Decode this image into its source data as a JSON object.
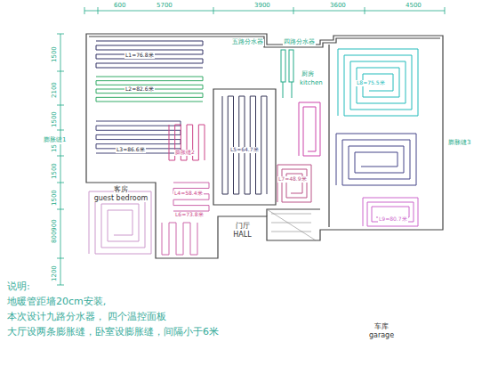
{
  "diagram": {
    "nodes": [
      {
        "text": [
          "客房",
          "guest bedroom"
        ]
      },
      {
        "text": [
          "门厅",
          "HALL"
        ]
      },
      {
        "text": [
          "车库",
          "garage"
        ]
      }
    ],
    "labels": [
      "600",
      "5700",
      "3900",
      "3600",
      "4500",
      "1500",
      "2100",
      "1500",
      "1500",
      "1500",
      "1500",
      "800900",
      "1200",
      "五路分水器",
      "四路分水器",
      "厨房",
      "kitchen",
      "膨胀缝1",
      "膨胀缝2",
      "膨胀缝3",
      "L1=76.8米",
      "L2=82.6米",
      "L3=86.6米",
      "L4=58.4米",
      "L5=64.7米",
      "L6=73.8米",
      "L7=48.9米",
      "L8=75.5米",
      "L9=80.7米",
      "说明:",
      "地暖管距墙20cm安装,",
      "本次设计九路分水器， 四个温控面板",
      "大厅设两条膨胀缝，卧室设膨胀缝，间隔小于6米"
    ]
  }
}
